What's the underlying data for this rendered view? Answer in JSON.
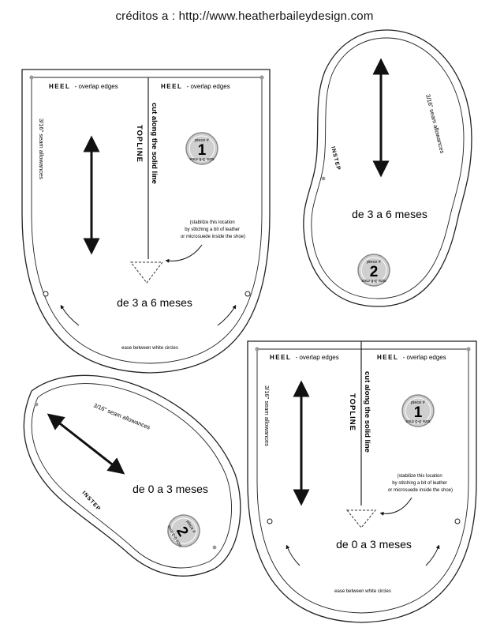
{
  "credits": "créditos a : http://www.heatherbaileydesign.com",
  "colors": {
    "line": "#222222",
    "badge_fill": "#cfcfcf",
    "badge_ring": "#8a8a8a",
    "dot": "#9a9a9a"
  },
  "pattern_3_6_heel": {
    "heel_left_bold": "HEEL",
    "heel_left_rest": "- overlap edges",
    "heel_right_bold": "HEEL",
    "heel_right_rest": "- overlap edges",
    "seam_allowance": "3/16\" seam allowances",
    "cut_line": "cut along the solid line",
    "topline": "TOPLINE",
    "badge_top": "piece #",
    "badge_number": "1",
    "badge_size": "size 3-6 mos",
    "stabilize_1": "(stabilize this location",
    "stabilize_2": "by stitching a bit of leather",
    "stabilize_3": "or microsuede inside the shoe)",
    "size_label": "de 3 a 6 meses",
    "ease_label": "ease between white circles"
  },
  "pattern_3_6_sole": {
    "seam_allowance": "3/16\" seam allowances",
    "instep": "INSTEP",
    "size_label": "de 3 a 6 meses",
    "badge_top": "piece #",
    "badge_number": "2",
    "badge_size": "size 3-6 mos"
  },
  "pattern_0_3_sole": {
    "seam_allowance": "3/16\" seam allowances",
    "instep": "INSTEP",
    "size_label": "de 0 a 3 meses",
    "badge_top": "piece #",
    "badge_number": "2",
    "badge_size": "size 0-3 mos"
  },
  "pattern_0_3_heel": {
    "heel_left_bold": "HEEL",
    "heel_left_rest": "- overlap edges",
    "heel_right_bold": "HEEL",
    "heel_right_rest": "- overlap edges",
    "seam_allowance": "3/16\" seam allowances",
    "cut_line": "cut along the solid line",
    "topline": "TOPLINE",
    "badge_top": "piece #",
    "badge_number": "1",
    "badge_size": "size 0-3 mos",
    "stabilize_1": "(stabilize this location",
    "stabilize_2": "by stitching a bit of leather",
    "stabilize_3": "or microsuede inside the shoe)",
    "size_label": "de 0 a 3 meses",
    "ease_label": "ease between white circles"
  }
}
